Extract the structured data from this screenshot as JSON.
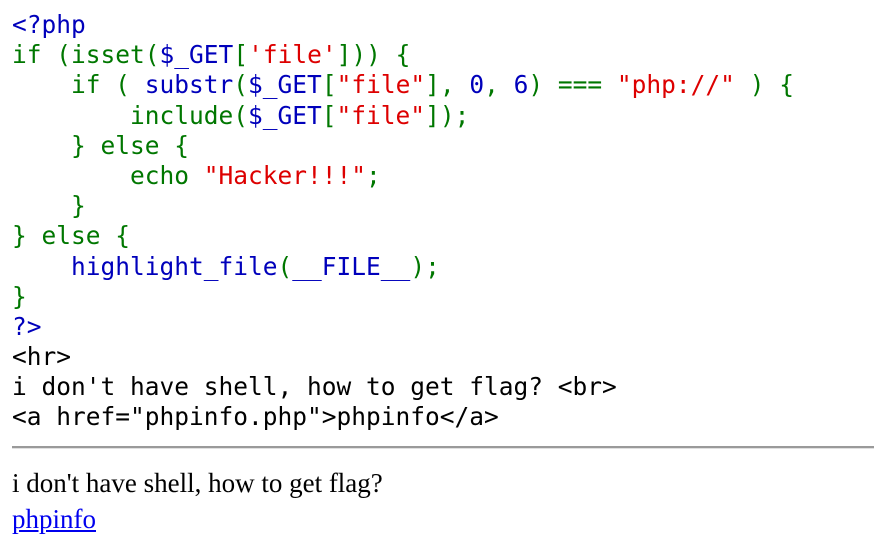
{
  "colors": {
    "php_default": "#0000bb",
    "php_keyword": "#007700",
    "php_string": "#dd0000",
    "html_text": "#000000",
    "link": "#0000ee",
    "divider": "#9a9a9a"
  },
  "code": {
    "lines": [
      [
        {
          "t": "<?php",
          "c": "default"
        }
      ],
      [
        {
          "t": "if (",
          "c": "keyword"
        },
        {
          "t": "isset",
          "c": "keyword"
        },
        {
          "t": "(",
          "c": "keyword"
        },
        {
          "t": "$_GET",
          "c": "default"
        },
        {
          "t": "[",
          "c": "keyword"
        },
        {
          "t": "'file'",
          "c": "string"
        },
        {
          "t": "])) {",
          "c": "keyword"
        }
      ],
      [
        {
          "t": "    if ( ",
          "c": "keyword"
        },
        {
          "t": "substr",
          "c": "default"
        },
        {
          "t": "(",
          "c": "keyword"
        },
        {
          "t": "$_GET",
          "c": "default"
        },
        {
          "t": "[",
          "c": "keyword"
        },
        {
          "t": "\"file\"",
          "c": "string"
        },
        {
          "t": "], ",
          "c": "keyword"
        },
        {
          "t": "0",
          "c": "default"
        },
        {
          "t": ", ",
          "c": "keyword"
        },
        {
          "t": "6",
          "c": "default"
        },
        {
          "t": ") === ",
          "c": "keyword"
        },
        {
          "t": "\"php://\"",
          "c": "string"
        },
        {
          "t": " ) {",
          "c": "keyword"
        }
      ],
      [
        {
          "t": "        include(",
          "c": "keyword"
        },
        {
          "t": "$_GET",
          "c": "default"
        },
        {
          "t": "[",
          "c": "keyword"
        },
        {
          "t": "\"file\"",
          "c": "string"
        },
        {
          "t": "]);",
          "c": "keyword"
        }
      ],
      [
        {
          "t": "    } else {",
          "c": "keyword"
        }
      ],
      [
        {
          "t": "        echo ",
          "c": "keyword"
        },
        {
          "t": "\"Hacker!!!\"",
          "c": "string"
        },
        {
          "t": ";",
          "c": "keyword"
        }
      ],
      [
        {
          "t": "    }",
          "c": "keyword"
        }
      ],
      [
        {
          "t": "} else {",
          "c": "keyword"
        }
      ],
      [
        {
          "t": "    ",
          "c": "keyword"
        },
        {
          "t": "highlight_file",
          "c": "default"
        },
        {
          "t": "(",
          "c": "keyword"
        },
        {
          "t": "__FILE__",
          "c": "default"
        },
        {
          "t": ");",
          "c": "keyword"
        }
      ],
      [
        {
          "t": "}",
          "c": "keyword"
        }
      ],
      [
        {
          "t": "?>",
          "c": "default"
        }
      ],
      [
        {
          "t": "<hr>",
          "c": "html"
        }
      ],
      [
        {
          "t": "i don't have shell, how to get flag? <br>",
          "c": "html"
        }
      ],
      [
        {
          "t": "<a href=\"phpinfo.php\">phpinfo</a>",
          "c": "html"
        }
      ]
    ]
  },
  "rendered": {
    "text": "i don't have shell, how to get flag?",
    "link_label": "phpinfo"
  }
}
